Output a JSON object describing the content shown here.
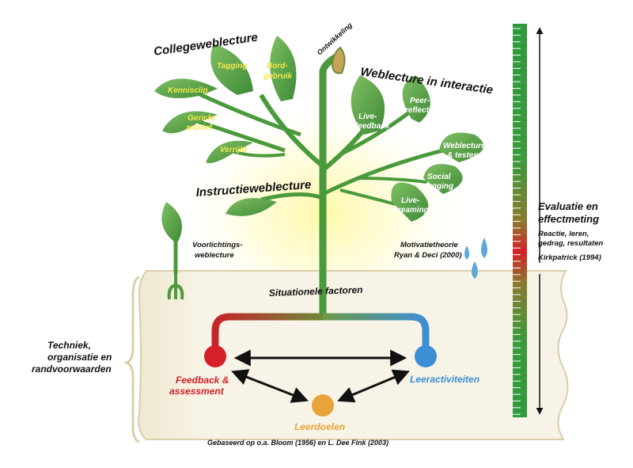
{
  "headings": {
    "collegeweblecture": "Collegeweblecture",
    "interactie": "Weblecture in interactie",
    "instructie": "Instructieweblecture",
    "ontwikkeling": "Ontwikkeling"
  },
  "left_leaves": [
    "Tagging",
    "Bord-",
    "gebruik",
    "Kennisclip",
    "Gericht",
    "archief",
    "Verrijkt"
  ],
  "right_leaves": [
    "Live-",
    "feedback",
    "Peer-",
    "reflectie",
    "Weblecture",
    "& testen",
    "Social",
    "tagging",
    "Live-",
    "streaming"
  ],
  "sprout": [
    "Voorlichtings-",
    "weblecture"
  ],
  "motivatie": [
    "Motivatietheorie",
    "Ryan & Deci (2000)"
  ],
  "situationele": "Situationele factoren",
  "techniek": [
    "Techniek,",
    "organisatie en",
    "randvoorwaarden"
  ],
  "nodes": {
    "feedback": [
      "Feedback &",
      "assessment"
    ],
    "leeractiviteiten": "Leeractiviteiten",
    "leerdoelen": "Leerdoelen"
  },
  "footer": "Gebaseerd op o.a. Bloom (1956) en L. Dee Fink (2003)",
  "evaluatie": {
    "title": [
      "Evaluatie en",
      "effectmeting"
    ],
    "sub": [
      "Reactie, leren,",
      "gedrag, resultaten"
    ],
    "ref": "Kirkpatrick (1994)"
  },
  "colors": {
    "leaf": "#5a9e4a",
    "stem": "#4a9a3c",
    "feedback": "#d42027",
    "leeractiviteiten": "#3c8fd4",
    "leerdoelen": "#e8a33a",
    "ruler_green": "#2e9a3e",
    "ruler_red": "#d42027",
    "soil": "#f5f1e2",
    "soil_edge": "#d9cfa8"
  }
}
